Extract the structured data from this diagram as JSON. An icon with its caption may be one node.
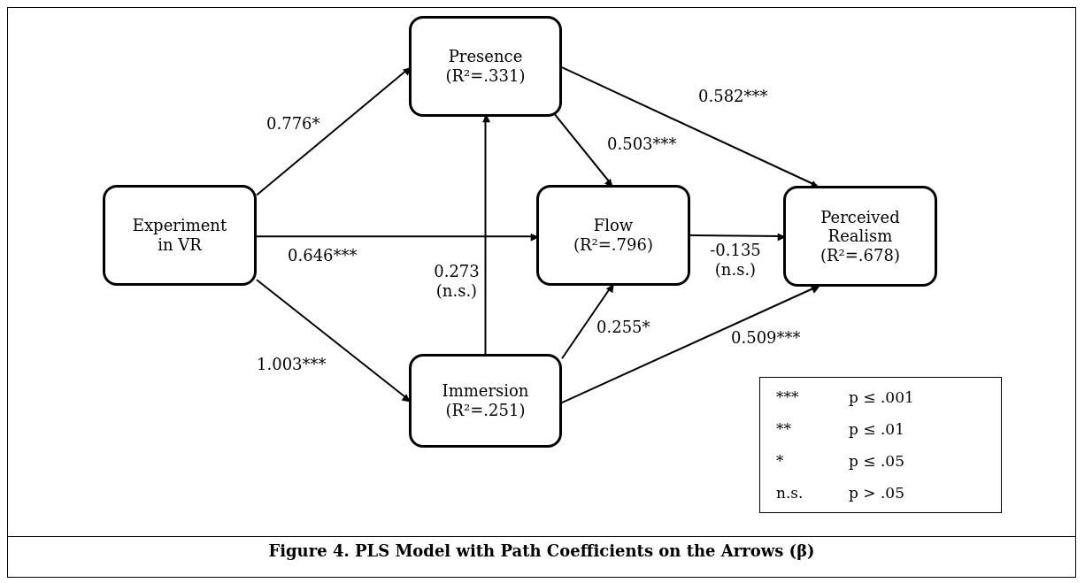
{
  "diagram": {
    "caption": "Figure 4. PLS Model with Path Coefficients on the Arrows (β)",
    "nodes": [
      {
        "text": [
          "Experiment in VR"
        ]
      },
      {
        "text": [
          "Presence",
          "(R²=.331)"
        ]
      },
      {
        "text": [
          "Flow",
          "(R²=.796)"
        ]
      },
      {
        "text": [
          "Perceived Realism",
          "(R²=.678)"
        ]
      },
      {
        "text": [
          "Immersion",
          "(R²=.251)"
        ]
      }
    ],
    "edges": [
      {
        "from": 0,
        "to": 1,
        "arrow": "to",
        "label": "0.776*"
      },
      {
        "from": 0,
        "to": 2,
        "arrow": "to",
        "label": "0.646***"
      },
      {
        "from": 0,
        "to": 4,
        "arrow": "to",
        "label": "1.003***"
      },
      {
        "from": 4,
        "to": 1,
        "arrow": "to",
        "label": "0.273 (n.s.)"
      },
      {
        "from": 1,
        "to": 2,
        "arrow": "to",
        "label": "0.503***"
      },
      {
        "from": 1,
        "to": 3,
        "arrow": "to",
        "label": "0.582***"
      },
      {
        "from": 2,
        "to": 3,
        "arrow": "to",
        "label": "-0.135 (n.s.)"
      },
      {
        "from": 4,
        "to": 2,
        "arrow": "to",
        "label": "0.255*"
      },
      {
        "from": 4,
        "to": 3,
        "arrow": "to",
        "label": "0.509***"
      }
    ],
    "labels": [
      "***",
      "p ≤ .001",
      "**",
      "p ≤ .01",
      "*",
      "p ≤ .05",
      "n.s.",
      "p > .05"
    ]
  }
}
